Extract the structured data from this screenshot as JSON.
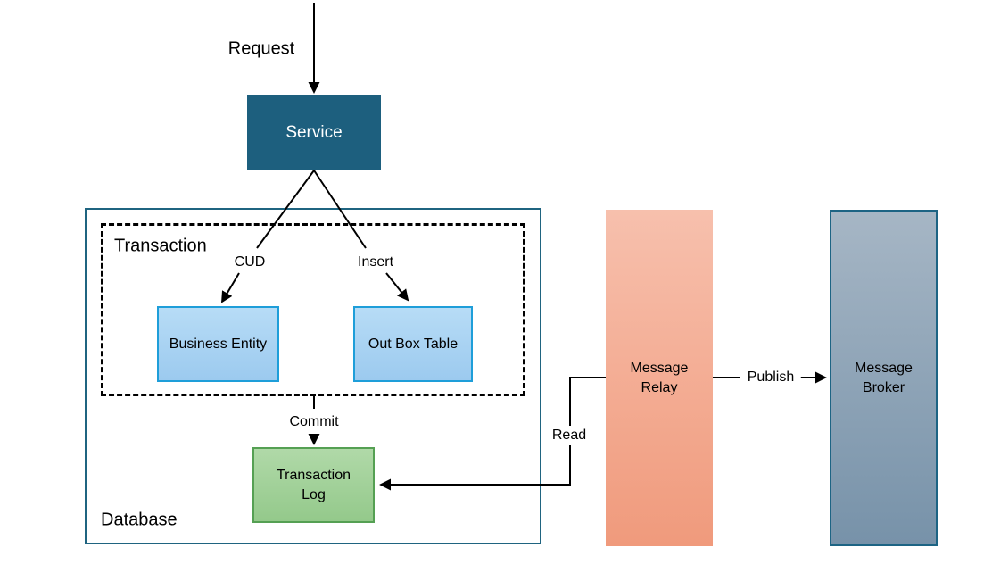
{
  "labels": {
    "request": "Request",
    "transaction": "Transaction",
    "cud": "CUD",
    "insert": "Insert",
    "commit": "Commit",
    "database": "Database",
    "read": "Read",
    "publish": "Publish"
  },
  "nodes": {
    "service": {
      "label": "Service",
      "fill": "#1d5f7e",
      "text_color": "#ffffff"
    },
    "business_entity": {
      "label": "Business Entity",
      "fill_top": "#b7dcf6",
      "fill_bottom": "#9ccaef",
      "border": "#1e9ed9"
    },
    "outbox_table": {
      "label": "Out Box Table",
      "fill_top": "#b7dcf6",
      "fill_bottom": "#9ccaef",
      "border": "#1e9ed9"
    },
    "transaction_log": {
      "label": "Transaction\nLog",
      "fill_top": "#b0d9a8",
      "fill_bottom": "#94c98b",
      "border": "#55a053"
    },
    "message_relay": {
      "label": "Message\nRelay",
      "fill_top": "#f7c0ad",
      "fill_bottom": "#f09a7c"
    },
    "message_broker": {
      "label": "Message\nBroker",
      "fill_top": "#a6b6c5",
      "fill_bottom": "#7792a9",
      "border": "#1d6484"
    }
  },
  "containers": {
    "database": {
      "label": "Database",
      "border": "#1f6480"
    },
    "transaction": {
      "label": "Transaction",
      "border": "#000000",
      "style": "dashed"
    }
  },
  "edges": [
    {
      "from": "external",
      "to": "service",
      "label": "Request",
      "arrow": true
    },
    {
      "from": "service",
      "to": "business_entity",
      "label": "CUD",
      "arrow": true
    },
    {
      "from": "service",
      "to": "outbox_table",
      "label": "Insert",
      "arrow": true
    },
    {
      "from": "transaction",
      "to": "transaction_log",
      "label": "Commit",
      "arrow": true
    },
    {
      "from": "message_relay",
      "to": "transaction_log",
      "label": "Read",
      "arrow": true
    },
    {
      "from": "message_relay",
      "to": "message_broker",
      "label": "Publish",
      "arrow": true
    }
  ],
  "colors": {
    "arrow": "#000000",
    "background": "#ffffff"
  }
}
